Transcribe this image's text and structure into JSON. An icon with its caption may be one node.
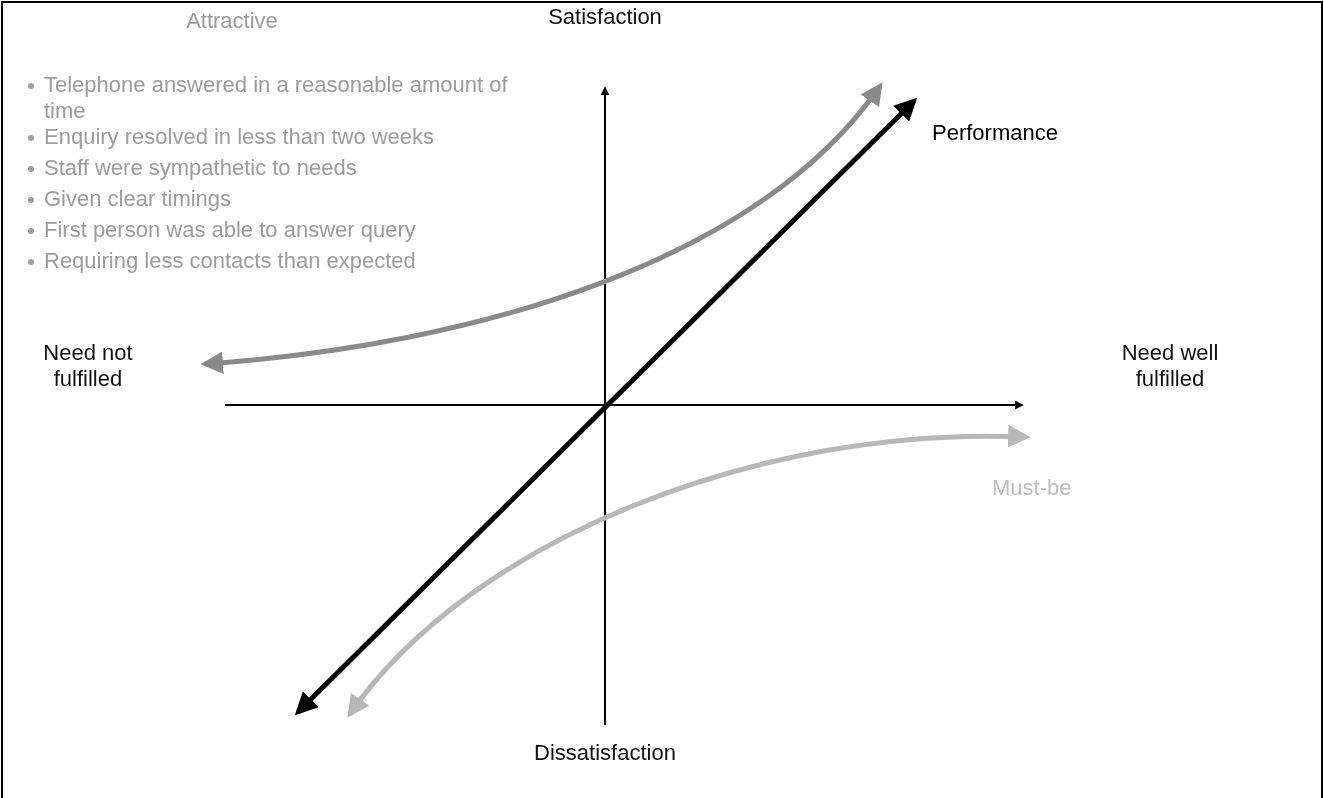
{
  "diagram": {
    "labels": [
      "Attractive",
      "Telephone answered in a reasonable amount of time",
      "Enquiry resolved in less than two weeks",
      "Staff were sympathetic to needs",
      "Given clear timings",
      "First person was able to answer query",
      "Requiring less contacts than expected",
      "Satisfaction",
      "Performance",
      "Need not fulfilled",
      "Need well fulfilled",
      "Must-be",
      "Dissatisfaction"
    ]
  }
}
